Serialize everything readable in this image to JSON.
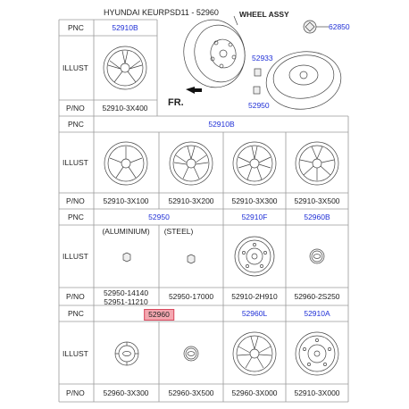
{
  "header": {
    "title": "HYUNDAI KEURPSD11 - 52960"
  },
  "labels": {
    "pnc": "PNC",
    "illust": "ILLUST",
    "pno": "P/NO"
  },
  "top": {
    "pnc": "52910B",
    "pno": "52910-3X400",
    "callouts": {
      "wheel_assy": "WHEEL ASSY",
      "n62850": "62850",
      "n52933": "52933",
      "n52950": "52950",
      "fr": "FR."
    }
  },
  "row2": {
    "pnc": "52910B",
    "pnos": [
      "52910-3X100",
      "52910-3X200",
      "52910-3X300",
      "52910-3X500"
    ]
  },
  "row3": {
    "pncs": [
      "52950",
      "52910F",
      "52960B"
    ],
    "captions": [
      "(ALUMINIUM)",
      "(STEEL)"
    ],
    "pno_alu_1": "52950-14140",
    "pno_alu_2": "52951-11210",
    "pno_steel": "52950-17000",
    "pno_3": "52910-2H910",
    "pno_4": "52960-2S250"
  },
  "row4": {
    "pncs": [
      "52960",
      "52960L",
      "52910A"
    ],
    "pnos": [
      "52960-3X300",
      "52960-3X500",
      "52960-3X000",
      "52910-3X000"
    ]
  },
  "colors": {
    "blue": "#1f2fd6",
    "highlight": "#f4a7b0",
    "grid": "#9a9a9a"
  },
  "icons": [
    "alloy-wheel-icon",
    "steel-wheel-icon",
    "wheel-nut-icon",
    "hub-cap-icon",
    "center-cap-icon",
    "arrow-icon"
  ]
}
